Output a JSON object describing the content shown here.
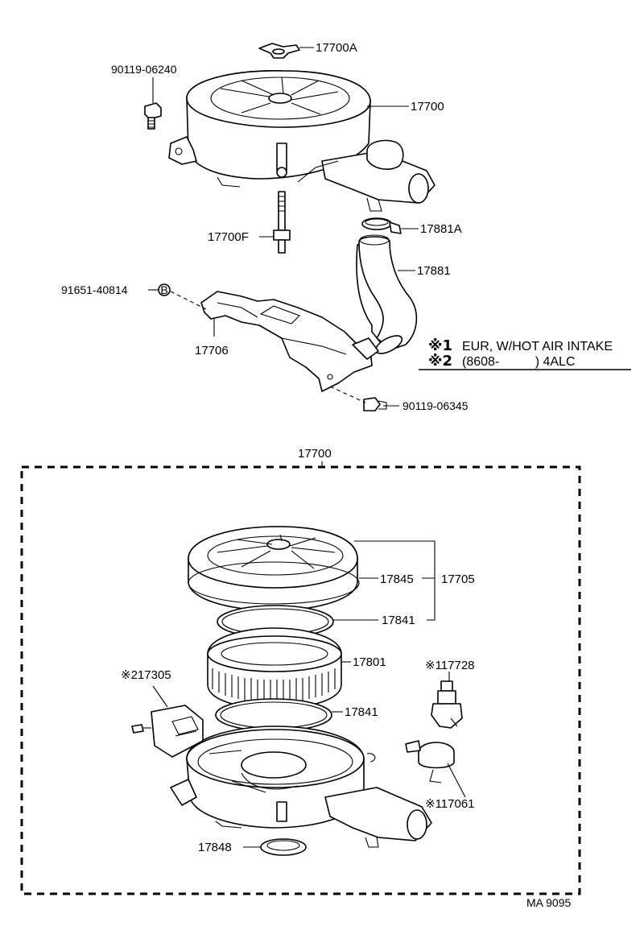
{
  "diagram": {
    "top_labels": {
      "wing_nut": "17700A",
      "bolt_top": "90119-06240",
      "air_cleaner_assy": "17700",
      "clamp": "17881A",
      "stud": "17700F",
      "hose": "17881",
      "clip": "91651-40814",
      "clip_mark": "B",
      "bracket": "17706",
      "bolt_bracket": "90119-06345"
    },
    "notes": [
      {
        "mark": "※1",
        "text": "EUR, W/HOT AIR INTAKE"
      },
      {
        "mark": "※2",
        "text": "(8608-          ) 4ALC"
      }
    ],
    "exploded_labels": {
      "assy_header": "17700",
      "cap_gasket": "17845",
      "cap_sub_assy": "17705",
      "gasket_upper": "17841",
      "element": "17801",
      "gasket_lower": "17841",
      "sensor": "※217305",
      "valve": "※117728",
      "motor": "※117061",
      "seal": "17848"
    },
    "figure_code": "MA 9095"
  }
}
